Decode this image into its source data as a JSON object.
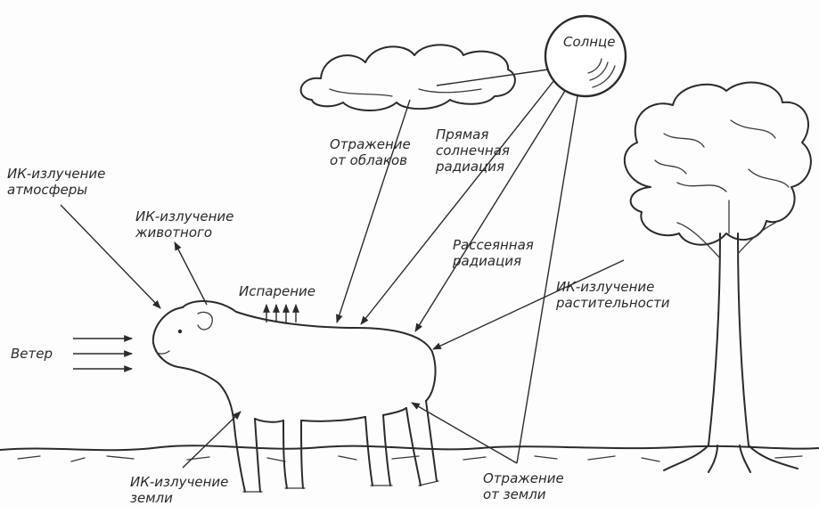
{
  "labels": {
    "sun": "Солнце",
    "cloud_reflection_1": "Отражение",
    "cloud_reflection_2": "от облаков",
    "direct_1": "Прямая",
    "direct_2": "солнечная",
    "direct_3": "радиация",
    "ir_atmosphere_1": "ИК-излучение",
    "ir_atmosphere_2": "атмосферы",
    "ir_animal_1": "ИК-излучение",
    "ir_animal_2": "животного",
    "scattered_1": "Рассеянная",
    "scattered_2": "радиация",
    "evaporation": "Испарение",
    "ir_vegetation_1": "ИК-излучение",
    "ir_vegetation_2": "растительности",
    "wind": "Ветер",
    "ir_ground_1": "ИК-излучение",
    "ir_ground_2": "земли",
    "ground_reflection_1": "Отражение",
    "ground_reflection_2": "от земли"
  }
}
